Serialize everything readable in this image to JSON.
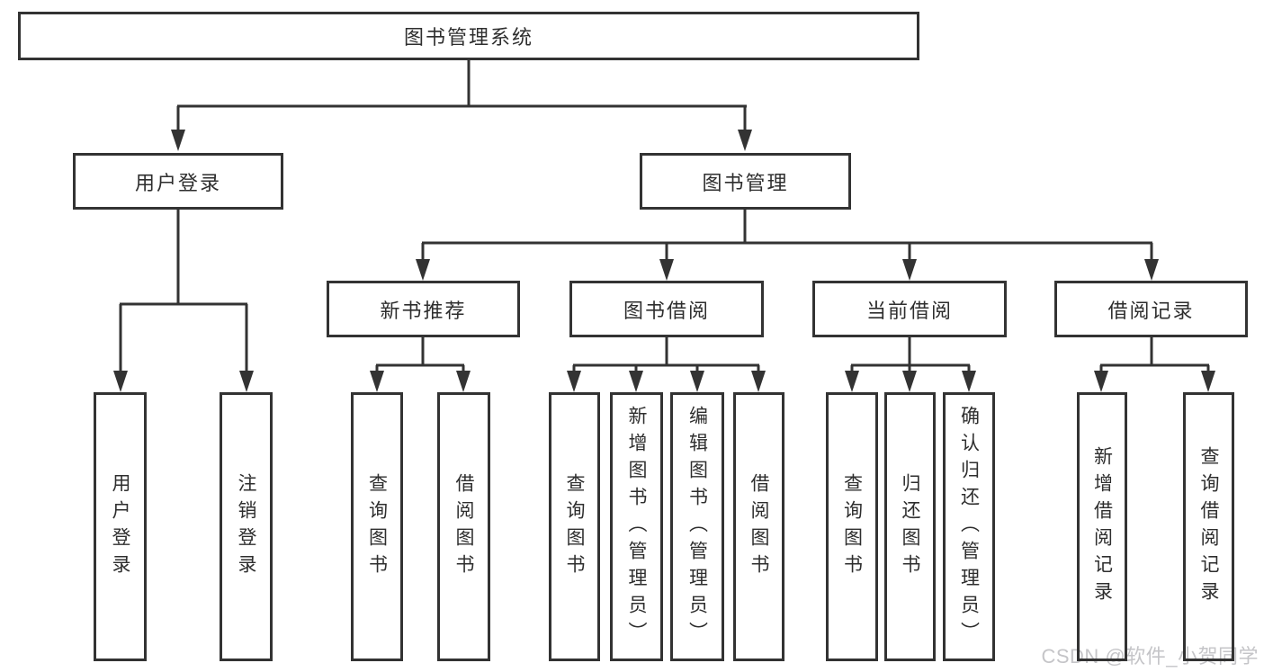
{
  "colors": {
    "line": "#333333",
    "text": "#2e2e2e",
    "background": "#ffffff",
    "watermark": "#c5c5c8"
  },
  "watermark": {
    "text": "CSDN @软件_小贺同学"
  },
  "tree": {
    "root": {
      "label": "图书管理系统"
    },
    "branches": [
      {
        "label": "用户登录",
        "children": [
          {
            "label": "用户登录"
          },
          {
            "label": "注销登录"
          }
        ]
      },
      {
        "label": "图书管理",
        "children": [
          {
            "label": "新书推荐",
            "children": [
              {
                "label": "查询图书"
              },
              {
                "label": "借阅图书"
              }
            ]
          },
          {
            "label": "图书借阅",
            "children": [
              {
                "label": "查询图书"
              },
              {
                "label": "新增图书（管理员）"
              },
              {
                "label": "编辑图书（管理员）"
              },
              {
                "label": "借阅图书"
              }
            ]
          },
          {
            "label": "当前借阅",
            "children": [
              {
                "label": "查询图书"
              },
              {
                "label": "归还图书"
              },
              {
                "label": "确认归还（管理员）"
              }
            ]
          },
          {
            "label": "借阅记录",
            "children": [
              {
                "label": "新增借阅记录"
              },
              {
                "label": "查询借阅记录"
              }
            ]
          }
        ]
      }
    ]
  }
}
